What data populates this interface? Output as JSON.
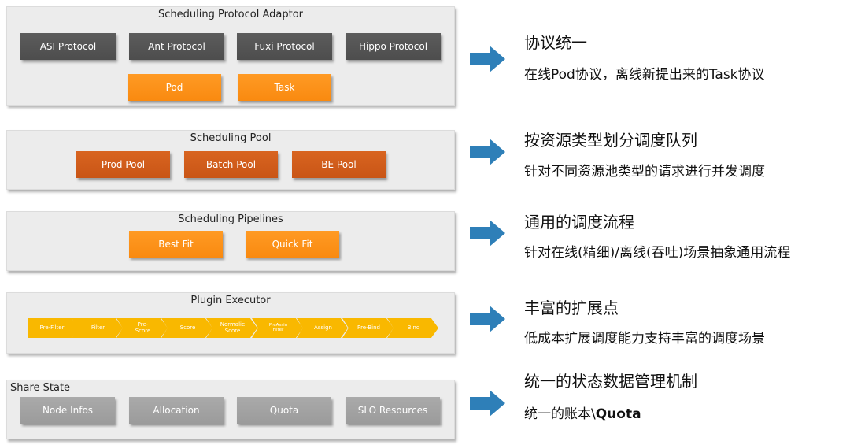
{
  "adaptor": {
    "title": "Scheduling Protocol Adaptor",
    "protocols": [
      "ASI Protocol",
      "Ant Protocol",
      "Fuxi Protocol",
      "Hippo Protocol"
    ],
    "types": [
      "Pod",
      "Task"
    ]
  },
  "pool": {
    "title": "Scheduling Pool",
    "pools": [
      "Prod Pool",
      "Batch Pool",
      "BE Pool"
    ]
  },
  "pipelines": {
    "title": "Scheduling Pipelines",
    "items": [
      "Best Fit",
      "Quick Fit"
    ]
  },
  "executor": {
    "title": "Plugin Executor",
    "steps": [
      "Pre-Filter",
      "Filter",
      "Pre-\nScore",
      "Score",
      "Normalie\nScore",
      "PreAssin\nFilter",
      "Assign",
      "Pre-Bind",
      "Bind"
    ]
  },
  "share_state": {
    "title": "Share State",
    "items": [
      "Node Infos",
      "Allocation",
      "Quota",
      "SLO Resources"
    ]
  },
  "notes": [
    {
      "heading": "协议统一",
      "desc": "在线Pod协议，离线新提出来的Task协议"
    },
    {
      "heading": "按资源类型划分调度队列",
      "desc": "针对不同资源池类型的请求进行并发调度"
    },
    {
      "heading": "通用的调度流程",
      "desc": "针对在线(精细)/离线(吞吐)场景抽象通用流程"
    },
    {
      "heading": "丰富的扩展点",
      "desc": "低成本扩展调度能力支持丰富的调度场景"
    },
    {
      "heading": "统一的状态数据管理机制",
      "desc_prefix": "统一的账本\\",
      "desc_bold": "Quota"
    }
  ],
  "colors": {
    "panel_bg": "#ececec",
    "protocol_box": "#555555",
    "orange_box": "#f98a10",
    "pool_box": "#c95516",
    "plugin_chevron": "#f9b800",
    "state_box": "#a3a3a3",
    "arrow": "#2e7fb8"
  },
  "icons": [
    "right-arrow-icon"
  ]
}
